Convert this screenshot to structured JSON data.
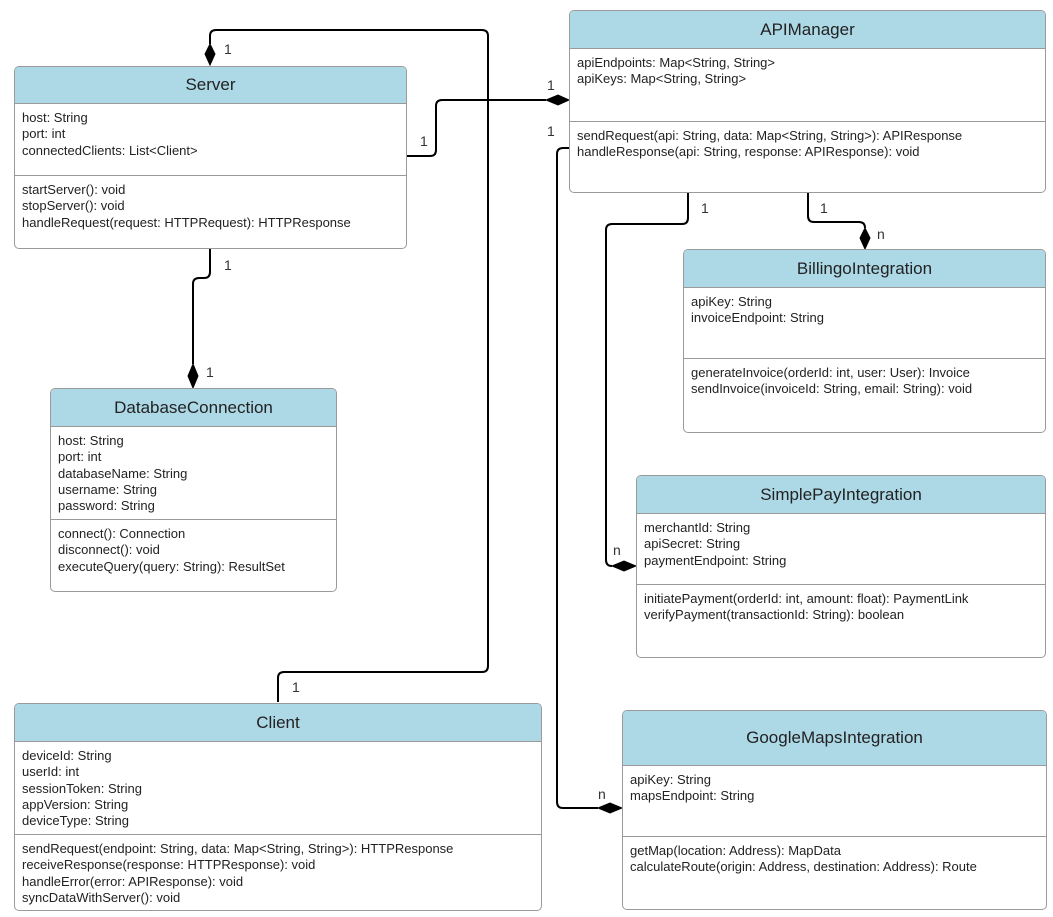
{
  "classes": {
    "server": {
      "name": "Server",
      "attributes": [
        "host: String",
        "port: int",
        "connectedClients: List<Client>"
      ],
      "methods": [
        "startServer(): void",
        "stopServer(): void",
        "handleRequest(request: HTTPRequest): HTTPResponse"
      ]
    },
    "database": {
      "name": "DatabaseConnection",
      "attributes": [
        "host: String",
        "port: int",
        "databaseName: String",
        "username: String",
        "password: String"
      ],
      "methods": [
        "connect(): Connection",
        "disconnect(): void",
        "executeQuery(query: String): ResultSet"
      ]
    },
    "client": {
      "name": "Client",
      "attributes": [
        "deviceId: String",
        "userId: int",
        "sessionToken: String",
        "appVersion: String",
        "deviceType: String"
      ],
      "methods": [
        "sendRequest(endpoint: String, data: Map<String, String>): HTTPResponse",
        "receiveResponse(response: HTTPResponse): void",
        "handleError(error: APIResponse): void",
        "syncDataWithServer(): void"
      ]
    },
    "apimanager": {
      "name": "APIManager",
      "attributes": [
        "apiEndpoints: Map<String, String>",
        "apiKeys: Map<String, String>"
      ],
      "methods": [
        "sendRequest(api: String, data: Map<String, String>): APIResponse",
        "handleResponse(api: String, response: APIResponse): void"
      ]
    },
    "billingo": {
      "name": "BillingoIntegration",
      "attributes": [
        "apiKey: String",
        "invoiceEndpoint: String"
      ],
      "methods": [
        "generateInvoice(orderId: int, user: User): Invoice",
        "sendInvoice(invoiceId: String, email: String): void"
      ]
    },
    "simplepay": {
      "name": "SimplePayIntegration",
      "attributes": [
        "merchantId: String",
        "apiSecret: String",
        "paymentEndpoint: String"
      ],
      "methods": [
        "initiatePayment(orderId: int, amount: float): PaymentLink",
        "verifyPayment(transactionId: String): boolean"
      ]
    },
    "googlemaps": {
      "name": "GoogleMapsIntegration",
      "attributes": [
        "apiKey: String",
        "mapsEndpoint: String"
      ],
      "methods": [
        "getMap(location: Address): MapData",
        "calculateRoute(origin: Address, destination: Address): Route"
      ]
    }
  },
  "multiplicities": {
    "client_server_server_end": "1",
    "client_server_client_end": "1",
    "server_api_server_end": "1",
    "server_api_api_end": "1",
    "server_db_server_end": "1",
    "server_db_db_end": "1",
    "api_billingo_api_end": "1",
    "api_billingo_billingo_end": "n",
    "api_simplepay_api_end": "1",
    "api_simplepay_simplepay_end": "n",
    "api_maps_api_end": "1",
    "api_maps_maps_end": "n"
  },
  "colors": {
    "header": "#add8e6",
    "border": "#9a9a9a",
    "line": "#000000"
  }
}
